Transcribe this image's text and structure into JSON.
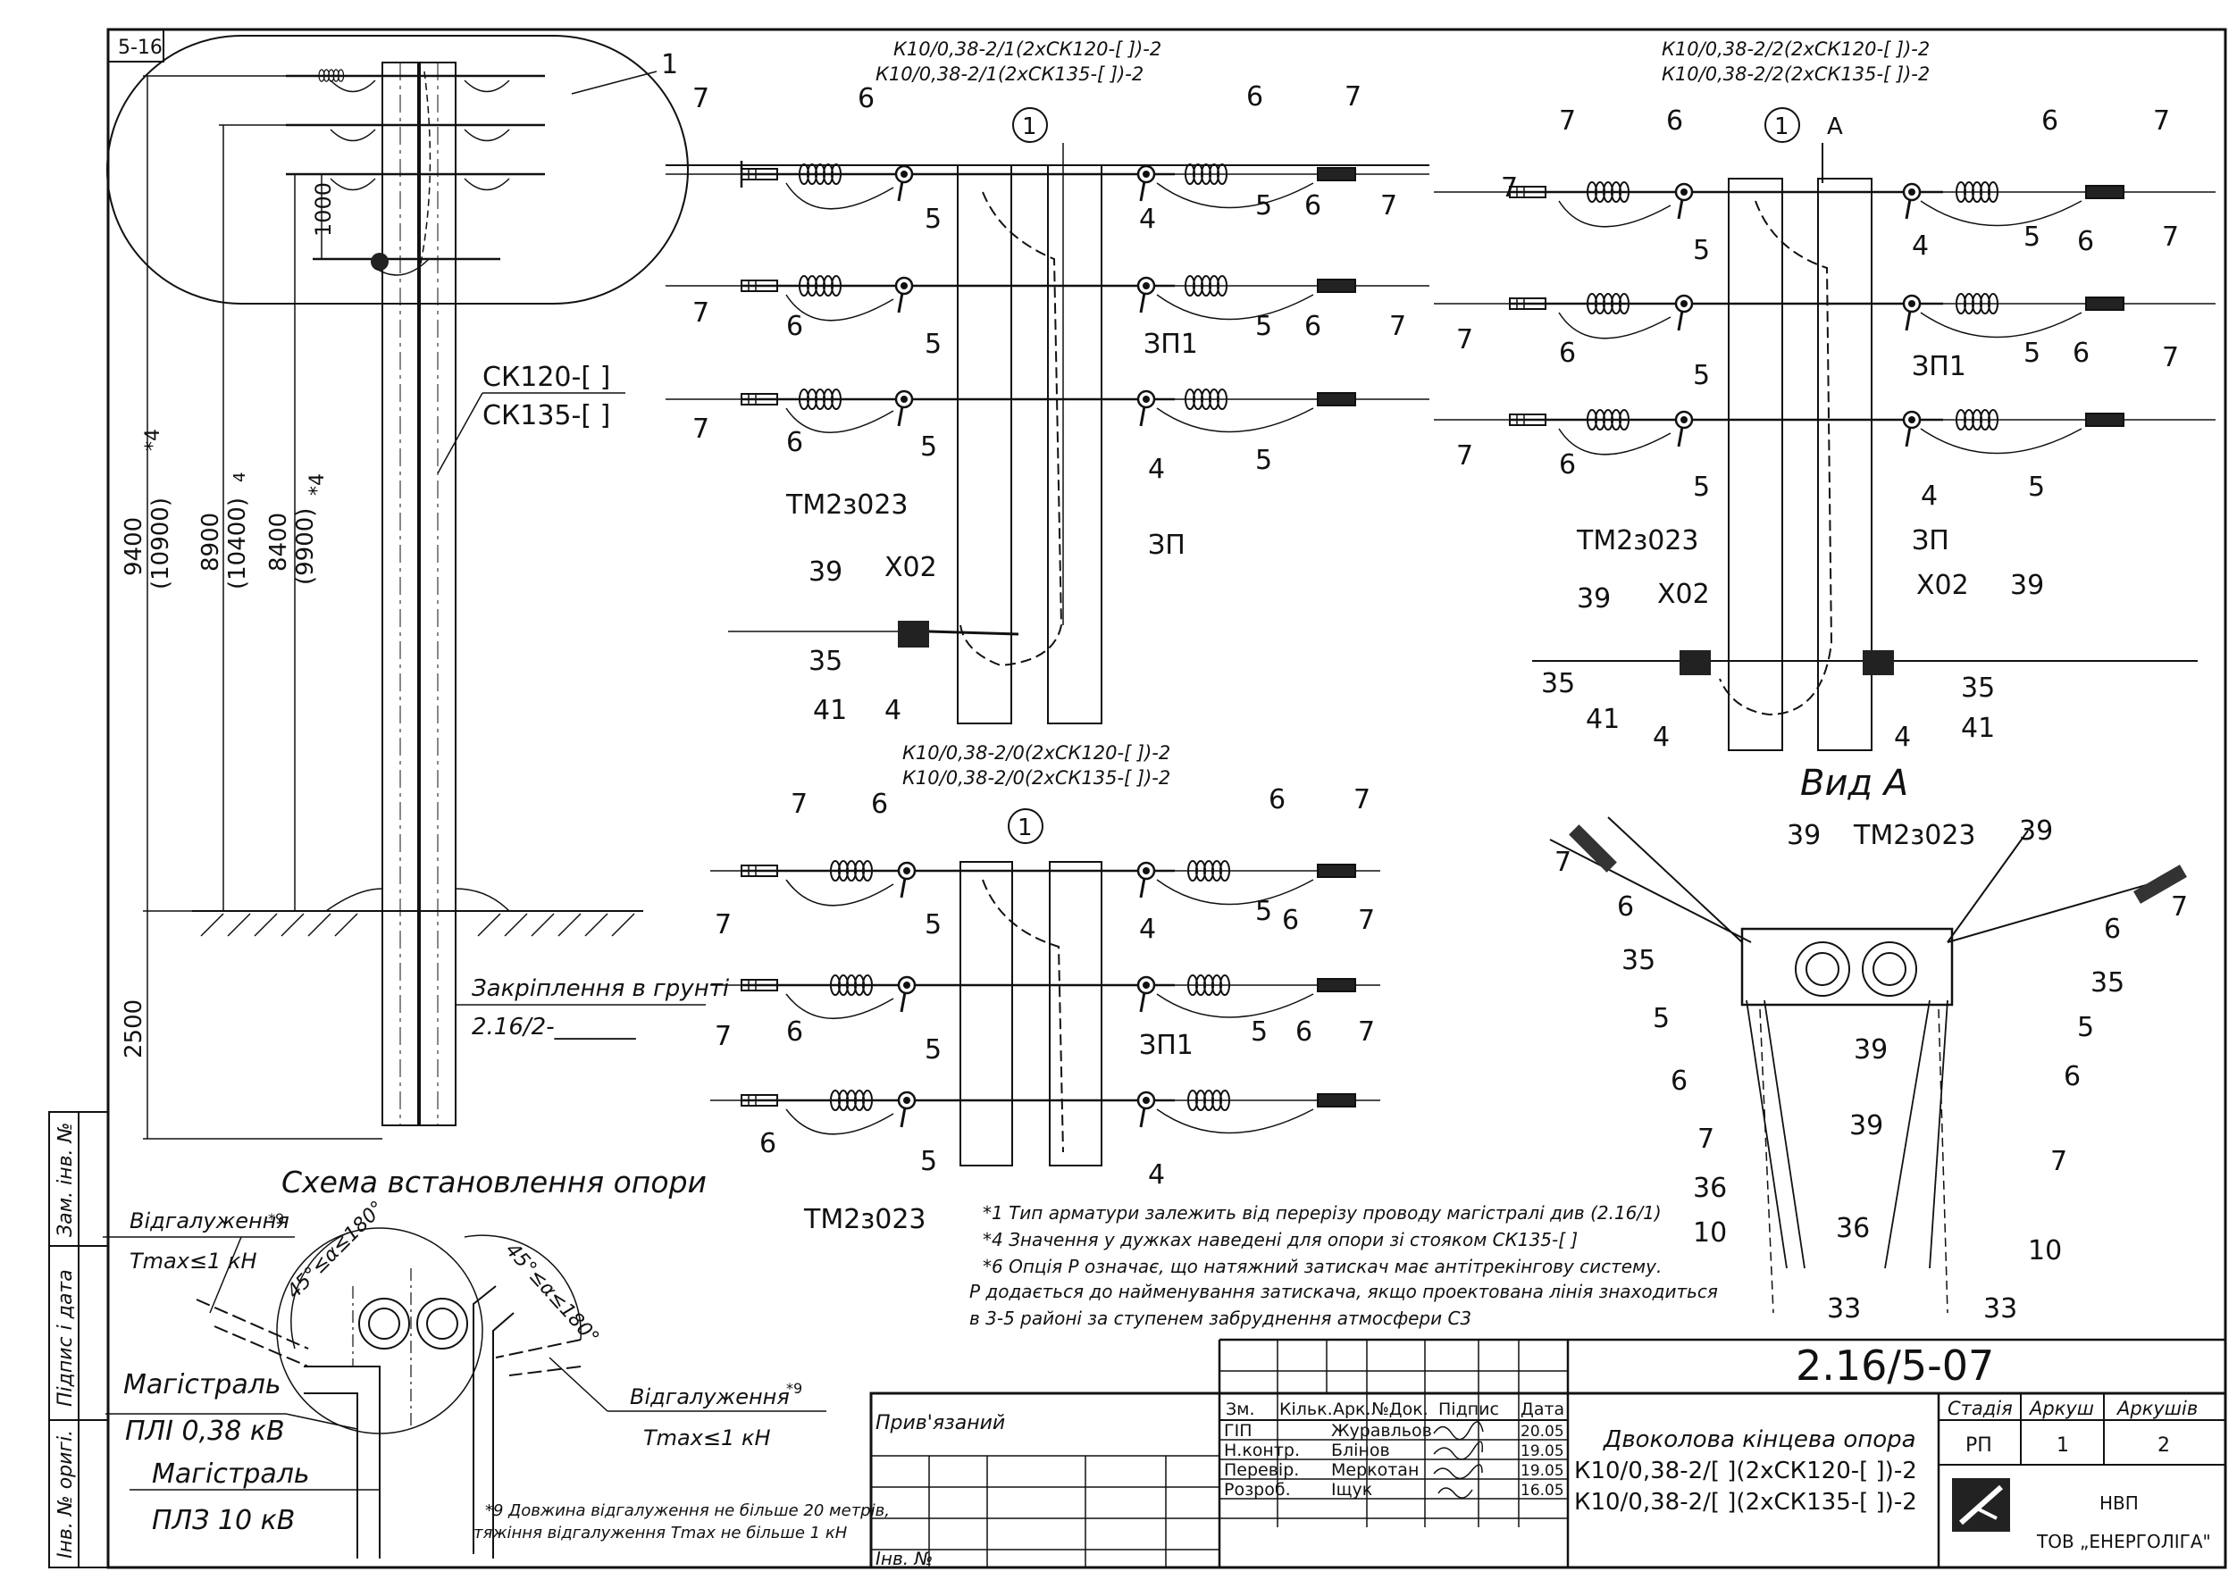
{
  "sheet": {
    "corner_label": "5-16",
    "section_number": "1",
    "header_left": [
      "К10/0,38-2/1(2хСК120-[ ])-2",
      "К10/0,38-2/1(2хСК135-[ ])-2"
    ],
    "header_right": [
      "К10/0,38-2/2(2хСК120-[ ])-2",
      "К10/0,38-2/2(2хСК135-[ ])-2"
    ],
    "header_bottom": [
      "К10/0,38-2/0(2хСК120-[ ])-2",
      "К10/0,38-2/0(2хСК135-[ ])-2"
    ],
    "circle_1": "1",
    "view_arrow": "А",
    "view_title": "Вид А"
  },
  "labels": {
    "n4": "4",
    "n5": "5",
    "n6": "6",
    "n7": "7",
    "n10": "10",
    "n33": "33",
    "n35": "35",
    "n36": "36",
    "n39": "39",
    "n41": "41",
    "zp1": "ЗП1",
    "zp": "ЗП",
    "x02": "Х02",
    "tm": "ТМ2з023"
  },
  "scheme": {
    "title": "Схема встановлення опори",
    "pole_type": [
      "СК120-[   ]",
      "СК135-[   ]"
    ],
    "ground": [
      "Закріплення в грунті",
      "2.16/2-_______"
    ],
    "dim_1000": "1000",
    "dim_2500": "2500",
    "dim_9400": "9400",
    "dim_10900": "(10900)",
    "dim_8900": "8900",
    "dim_10400": "(10400)",
    "dim_8400": "8400",
    "dim_9900": "(9900)",
    "star4": "*4",
    "star4b": "4"
  },
  "plan": {
    "branch": "Відгалуження",
    "star9": "*9",
    "tmax": "Тmax≤1 кН",
    "angle": "45°≤α≤180°",
    "main1": "Магістраль",
    "main1_sub": "ПЛІ 0,38 кВ",
    "main2": "Магістраль",
    "main2_sub": "ПЛЗ 10 кВ",
    "footnote9": [
      "*9 Довжина відгалуження не більше 20 метрів,",
      "тяжіння відгалуження Тmax не більше 1 кН"
    ]
  },
  "notes": [
    "*1 Тип арматури залежить від перерізу проводу магістралі див (2.16/1)",
    "*4 Значення у дужках наведені для опори зі стояком СК135-[  ]",
    "*6 Опція Р означає, що натяжний затискач має антітрекінгову систему.",
    "Р додається до найменування затискача, якщо проектована лінія знаходиться",
    "в 3-5 районі за ступенем забруднення атмосфери С3"
  ],
  "side_stamp": [
    "Зам. інв. №",
    "Підпис і дата",
    "Інв. № оригі."
  ],
  "title_block": {
    "doc_code": "2.16/5-07",
    "bound": "Прив'язаний",
    "inv": "Інв. №",
    "cols": [
      "Зм.",
      "Кільк.",
      "Арк.",
      "№Док.",
      "Підпис",
      "Дата"
    ],
    "rows": [
      {
        "role": "ГІП",
        "name": "Журавльов",
        "date": "20.05"
      },
      {
        "role": "Н.контр.",
        "name": "Блінов",
        "date": "19.05"
      },
      {
        "role": "Перевір.",
        "name": "Меркотан",
        "date": "19.05"
      },
      {
        "role": "Розроб.",
        "name": "Іщук",
        "date": "16.05"
      }
    ],
    "title": [
      "Двоколова кінцева опора",
      "К10/0,38-2/[ ](2хСК120-[ ])-2",
      "К10/0,38-2/[ ](2хСК135-[ ])-2"
    ],
    "stage_h": "Стадія",
    "sheet_h": "Аркуш",
    "sheets_h": "Аркушів",
    "stage": "РП",
    "sheet": "1",
    "sheets": "2",
    "org": [
      "НВП",
      "ТОВ „ЕНЕРГОЛІГА\""
    ]
  }
}
